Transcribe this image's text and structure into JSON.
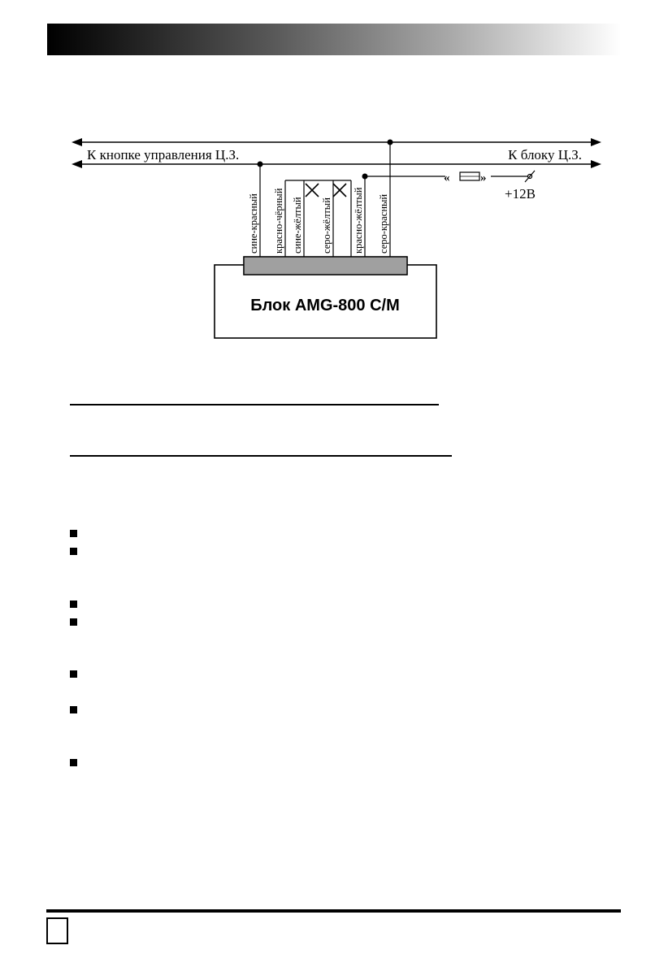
{
  "diagram": {
    "left_label": "К кнопке управления Ц.З.",
    "right_label": "К блоку Ц.З.",
    "power_label": "+12В",
    "block_title": "Блок AMG-800 C/M",
    "wires": [
      {
        "label": "сине-красный",
        "connected": true
      },
      {
        "label": "красно-чёрный",
        "connected": false
      },
      {
        "label": "сине-жёлтый",
        "connected": false,
        "crossed": true
      },
      {
        "label": "серо-жёлтый",
        "connected": false,
        "crossed": true
      },
      {
        "label": "красно-жёлтый",
        "connected": true
      },
      {
        "label": "серо-красный",
        "connected": true
      }
    ]
  },
  "colors": {
    "connector_fill": "#a0a0a0",
    "ink": "#000000"
  }
}
